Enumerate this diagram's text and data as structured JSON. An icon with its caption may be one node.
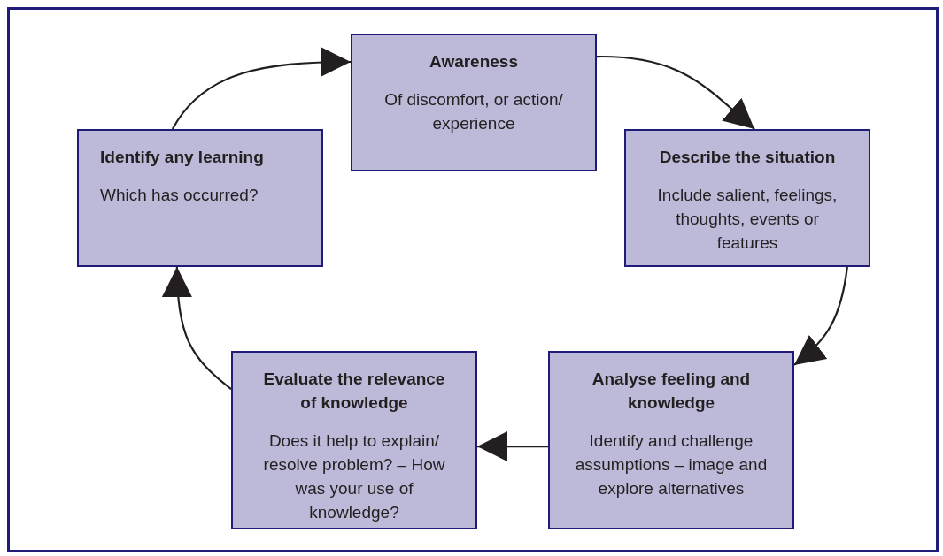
{
  "diagram": {
    "nodes": [
      {
        "text": [
          "Awareness",
          "Of discomfort, or action/ experience"
        ]
      },
      {
        "text": [
          "Describe the situation",
          "Include salient, feelings, thoughts, events or features"
        ]
      },
      {
        "text": [
          "Analyse feeling and knowledge",
          "Identify and challenge assumptions – image and explore alternatives"
        ]
      },
      {
        "text": [
          "Evaluate the relevance of knowledge",
          "Does it help to explain/ resolve problem? – How was your use of knowledge?"
        ]
      },
      {
        "text": [
          "Identify any learning",
          "Which has occurred?"
        ]
      }
    ],
    "edges": [
      {
        "from": 0,
        "to": 1,
        "arrow": "to"
      },
      {
        "from": 1,
        "to": 2,
        "arrow": "to"
      },
      {
        "from": 2,
        "to": 3,
        "arrow": "to"
      },
      {
        "from": 3,
        "to": 4,
        "arrow": "to"
      },
      {
        "from": 4,
        "to": 0,
        "arrow": "to"
      }
    ]
  }
}
